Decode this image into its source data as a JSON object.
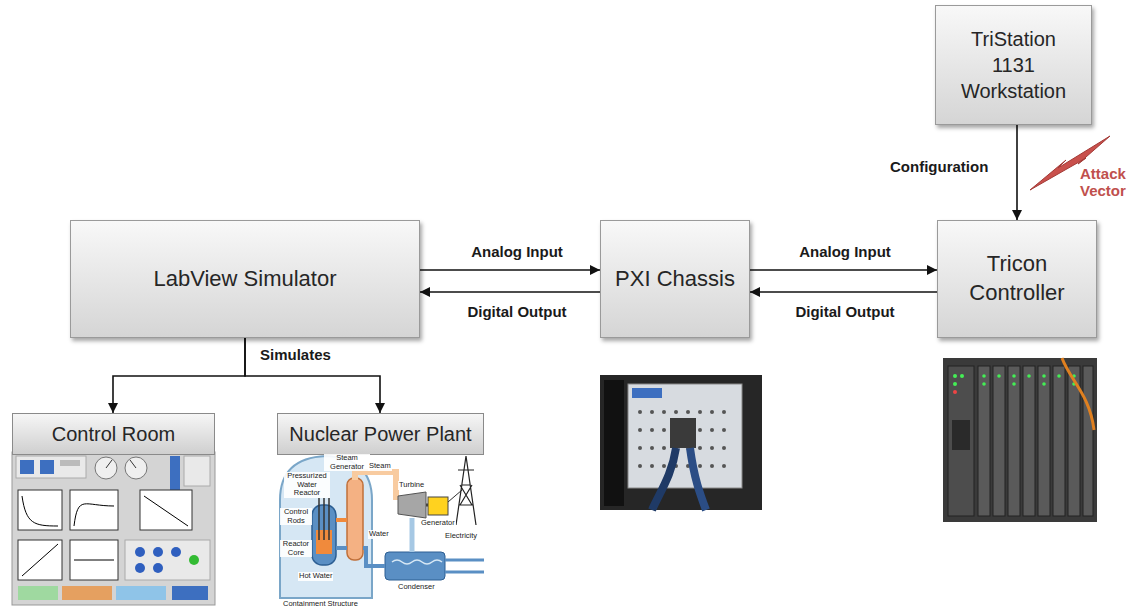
{
  "diagram": {
    "nodes": [
      {
        "text": [
          "TriStation 1131 Workstation"
        ]
      },
      {
        "text": [
          "LabView Simulator"
        ]
      },
      {
        "text": [
          "PXI Chassis"
        ]
      },
      {
        "text": [
          "Tricon Controller"
        ]
      },
      {
        "text": [
          "Control Room"
        ]
      },
      {
        "text": [
          "Nuclear Power Plant"
        ]
      }
    ],
    "edges": [
      {
        "from": 0,
        "to": 3,
        "arrow": "to",
        "label": "Configuration"
      },
      {
        "from": 1,
        "to": 2,
        "arrow": "to",
        "label": "Analog Input"
      },
      {
        "from": 2,
        "to": 1,
        "arrow": "to",
        "label": "Digital Output"
      },
      {
        "from": 2,
        "to": 3,
        "arrow": "to",
        "label": "Analog Input"
      },
      {
        "from": 3,
        "to": 2,
        "arrow": "to",
        "label": "Digital Output"
      },
      {
        "from": 1,
        "to": 4,
        "arrow": "to",
        "label": "Simulates"
      },
      {
        "from": 1,
        "to": 5,
        "arrow": "to"
      }
    ],
    "labels": [
      "Attack Vector",
      "Steam Generator",
      "Steam",
      "Pressurized Water Reactor",
      "Control Rods",
      "Reactor Core",
      "Hot Water",
      "Water",
      "Turbine",
      "Generator",
      "Electricity",
      "Condenser",
      "Containment Structure"
    ]
  }
}
